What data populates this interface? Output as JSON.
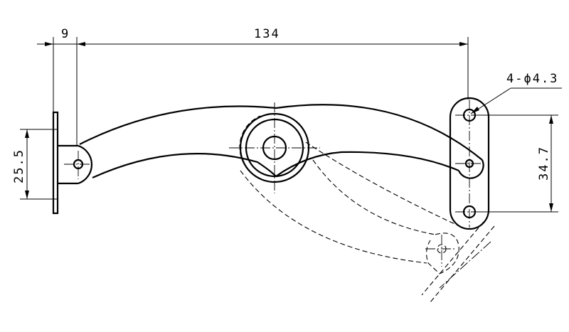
{
  "dimensions": {
    "offset": "9",
    "length": "134",
    "height_left": "25.5",
    "height_right": "34.7",
    "holes": "4-ϕ4.3"
  }
}
